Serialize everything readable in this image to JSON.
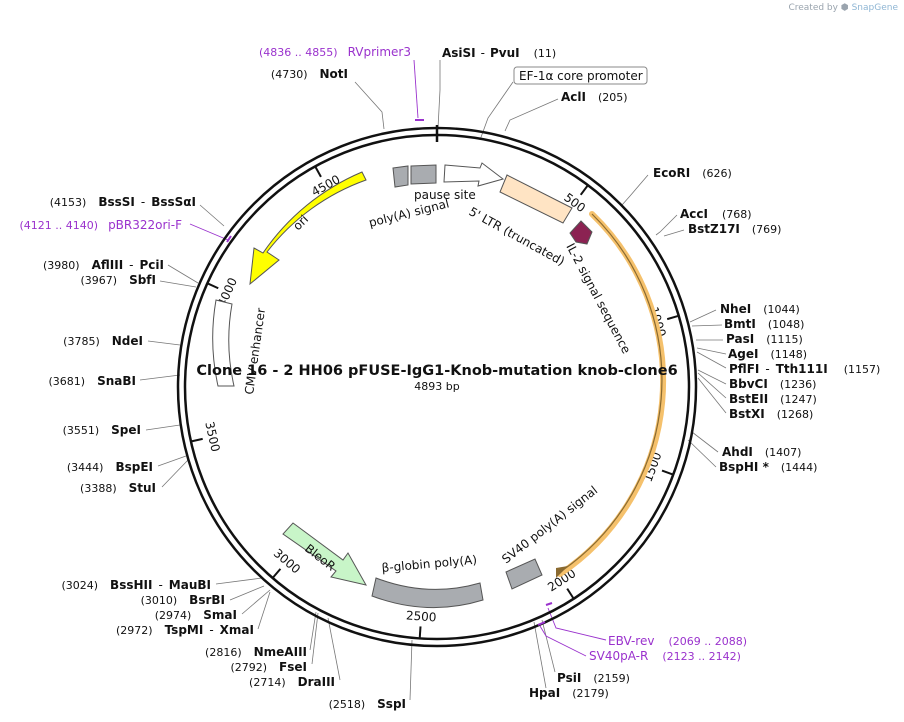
{
  "credit": {
    "prefix": "Created by",
    "brand": "SnapGene"
  },
  "title": "Clone 16 - 2 HH06 pFUSE-IgG1-Knob-mutation knob-clone6",
  "length_label": "4893 bp",
  "colors": {
    "backbone": "#111111",
    "primer": "#9a32cd",
    "ori": "#ffff00",
    "ltr": "#ffe4c4",
    "signal": "#8b2252",
    "orf_highlight": "#f5c16c",
    "grey_feature": "#a9acb0",
    "bleor": "#c8f5c8",
    "leader": "#777777"
  },
  "ticks": [
    "500",
    "1000",
    "1500",
    "2000",
    "2500",
    "3000",
    "3500",
    "4000",
    "4500"
  ],
  "features": [
    {
      "id": "pause-site",
      "label": "pause site"
    },
    {
      "id": "polya-signal",
      "label": "poly(A) signal"
    },
    {
      "id": "ltr",
      "label": "5' LTR (truncated)"
    },
    {
      "id": "il2",
      "label": "IL-2 signal sequence"
    },
    {
      "id": "ori",
      "label": "ori"
    },
    {
      "id": "cmv",
      "label": "CMV enhancer"
    },
    {
      "id": "bleor",
      "label": "BleoR"
    },
    {
      "id": "bglobin",
      "label": "β-globin poly(A)"
    },
    {
      "id": "sv40",
      "label": "SV40 poly(A) signal"
    }
  ],
  "promoter_box": "EF-1α core promoter",
  "sites": [
    {
      "name": "AsiSI",
      "name2": "PvuI",
      "pos": "(11)"
    },
    {
      "name": "AclI",
      "pos": "(205)"
    },
    {
      "name": "EcoRI",
      "pos": "(626)"
    },
    {
      "name": "AccI",
      "pos": "(768)"
    },
    {
      "name": "BstZ17I",
      "pos": "(769)"
    },
    {
      "name": "NheI",
      "pos": "(1044)"
    },
    {
      "name": "BmtI",
      "pos": "(1048)"
    },
    {
      "name": "PasI",
      "pos": "(1115)"
    },
    {
      "name": "AgeI",
      "pos": "(1148)"
    },
    {
      "name": "PflFI",
      "name2": "Tth111I",
      "pos": "(1157)"
    },
    {
      "name": "BbvCI",
      "pos": "(1236)"
    },
    {
      "name": "BstEII",
      "pos": "(1247)"
    },
    {
      "name": "BstXI",
      "pos": "(1268)"
    },
    {
      "name": "AhdI",
      "pos": "(1407)"
    },
    {
      "name": "BspHI *",
      "pos": "(1444)"
    },
    {
      "name": "PsiI",
      "pos": "(2159)"
    },
    {
      "name": "HpaI",
      "pos": "(2179)"
    },
    {
      "name": "SspI",
      "pos": "(2518)"
    },
    {
      "name": "DraIII",
      "pos": "(2714)"
    },
    {
      "name": "FseI",
      "pos": "(2792)"
    },
    {
      "name": "NmeAIII",
      "pos": "(2816)"
    },
    {
      "name": "TspMI",
      "name2": "XmaI",
      "pos": "(2972)"
    },
    {
      "name": "SmaI",
      "pos": "(2974)"
    },
    {
      "name": "BsrBI",
      "pos": "(3010)"
    },
    {
      "name": "BssHII",
      "name2": "MauBI",
      "pos": "(3024)"
    },
    {
      "name": "StuI",
      "pos": "(3388)"
    },
    {
      "name": "BspEI",
      "pos": "(3444)"
    },
    {
      "name": "SpeI",
      "pos": "(3551)"
    },
    {
      "name": "SnaBI",
      "pos": "(3681)"
    },
    {
      "name": "NdeI",
      "pos": "(3785)"
    },
    {
      "name": "SbfI",
      "pos": "(3967)"
    },
    {
      "name": "AflIII",
      "name2": "PciI",
      "pos": "(3980)"
    },
    {
      "name": "BssSI",
      "name2": "BssSαI",
      "pos": "(4153)"
    },
    {
      "name": "NotI",
      "pos": "(4730)"
    }
  ],
  "primers": [
    {
      "name": "RVprimer3",
      "range": "(4836 .. 4855)"
    },
    {
      "name": "pBR322ori-F",
      "range": "(4121 .. 4140)"
    },
    {
      "name": "EBV-rev",
      "range": "(2069 .. 2088)"
    },
    {
      "name": "SV40pA-R",
      "range": "(2123 .. 2142)"
    }
  ]
}
